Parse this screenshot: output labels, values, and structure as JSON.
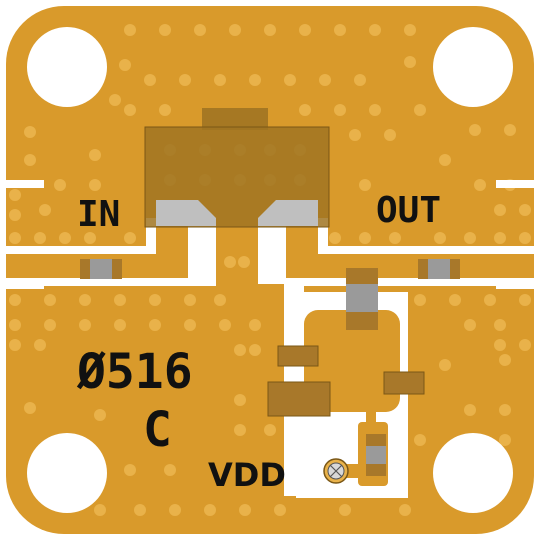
{
  "board": {
    "part_number": "Ø516",
    "revision": "C",
    "labels": {
      "input": "IN",
      "output": "OUT",
      "supply": "VDD"
    }
  },
  "colors": {
    "gold": "#d99a2b",
    "via": "#e9b24a",
    "substrate": "#ffffff",
    "package_shadow": "#a07422",
    "component_body": "#9a9a9a",
    "component_cap": "#a8782a",
    "silkscreen": "#111111"
  },
  "icons": {
    "mounting_holes": [
      "mounting-hole-icon",
      "mounting-hole-icon",
      "mounting-hole-icon",
      "mounting-hole-icon"
    ],
    "bias_ground_via": "ground-via-icon"
  }
}
